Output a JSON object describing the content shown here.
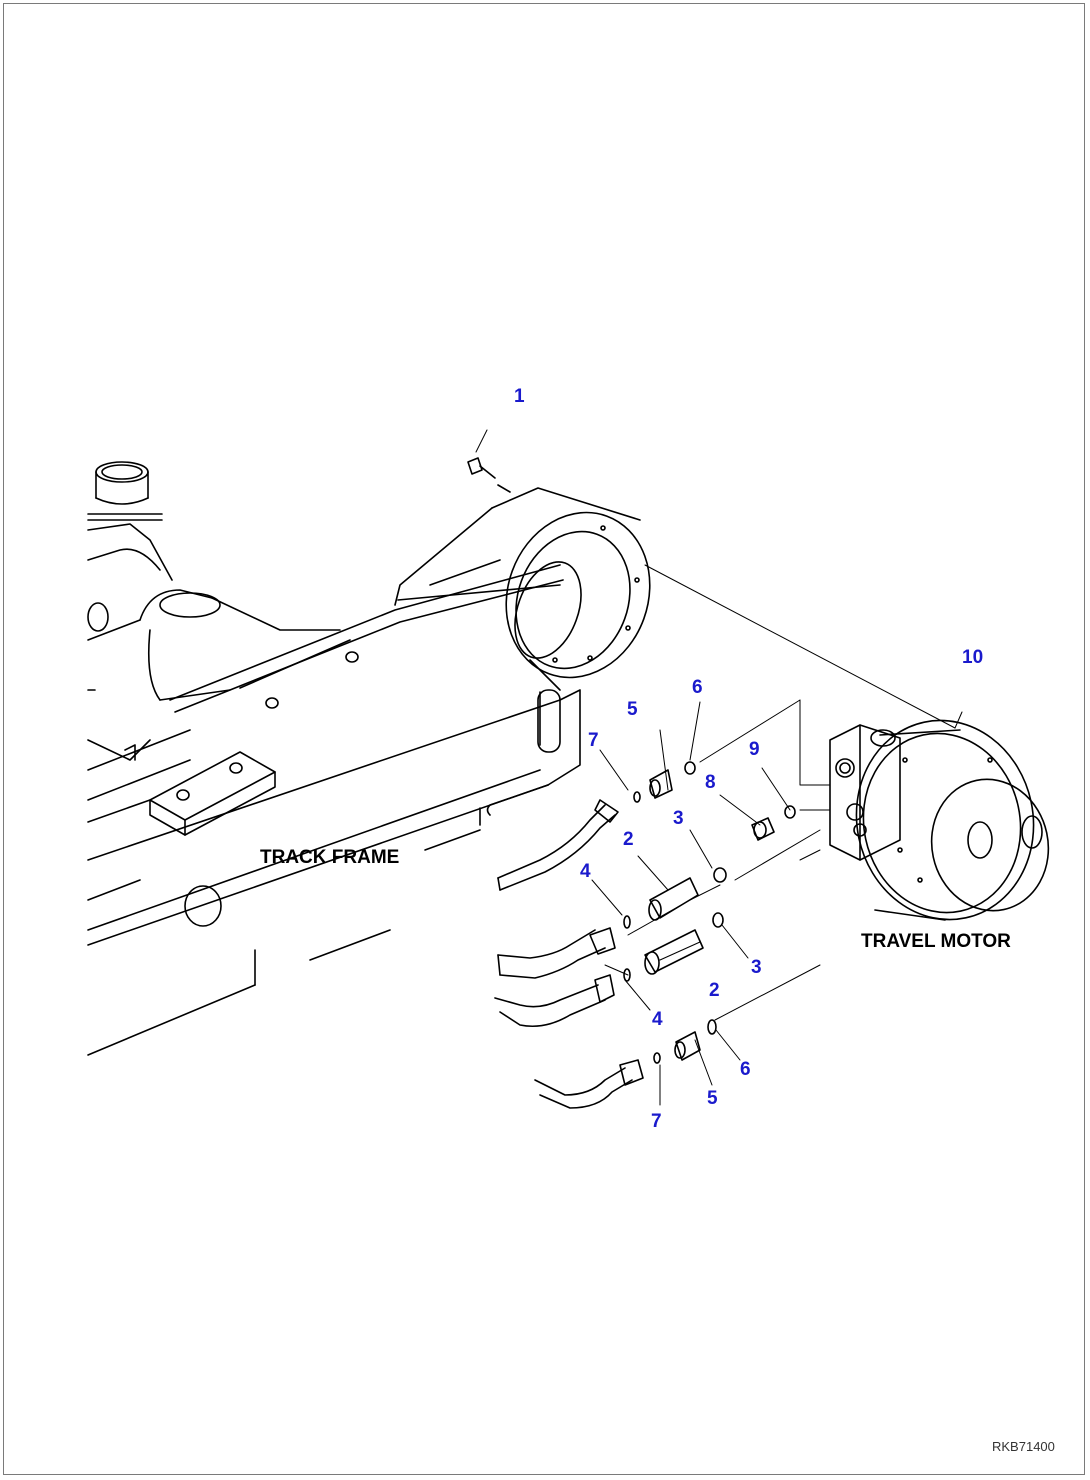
{
  "labels": {
    "track_frame": "TRACK FRAME",
    "travel_motor": "TRAVEL MOTOR"
  },
  "figure_code": "RKB71400",
  "callouts": [
    {
      "id": "c1",
      "text": "1"
    },
    {
      "id": "c10",
      "text": "10"
    },
    {
      "id": "c5a",
      "text": "5"
    },
    {
      "id": "c6a",
      "text": "6"
    },
    {
      "id": "c7a",
      "text": "7"
    },
    {
      "id": "c9",
      "text": "9"
    },
    {
      "id": "c8",
      "text": "8"
    },
    {
      "id": "c3a",
      "text": "3"
    },
    {
      "id": "c2a",
      "text": "2"
    },
    {
      "id": "c4a",
      "text": "4"
    },
    {
      "id": "c3b",
      "text": "3"
    },
    {
      "id": "c2b",
      "text": "2"
    },
    {
      "id": "c4b",
      "text": "4"
    },
    {
      "id": "c6b",
      "text": "6"
    },
    {
      "id": "c5b",
      "text": "5"
    },
    {
      "id": "c7b",
      "text": "7"
    }
  ],
  "colors": {
    "callout": "#1a1acc",
    "line": "#000000",
    "border": "#7a7a7a"
  }
}
